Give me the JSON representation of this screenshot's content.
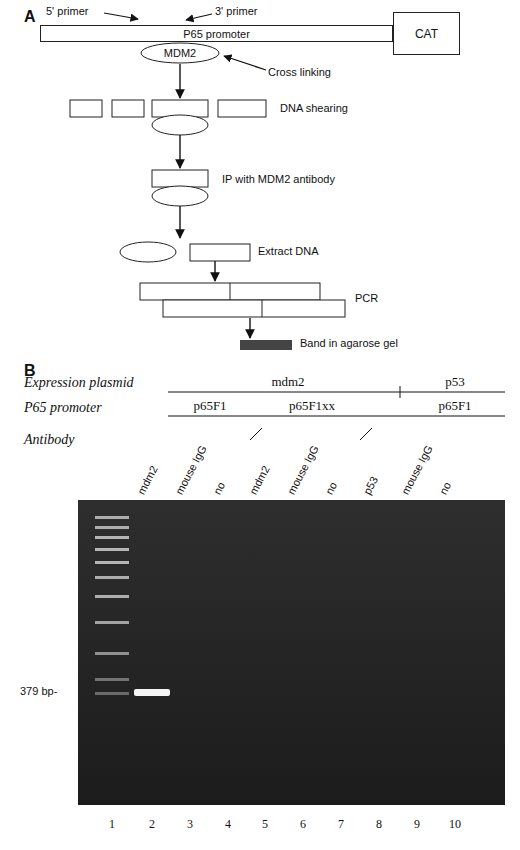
{
  "diagram": {
    "nodes": [
      {
        "text": [
          "P65 promoter"
        ]
      },
      {
        "text": [
          "CAT"
        ]
      },
      {
        "text": [
          "MDM2"
        ]
      }
    ],
    "labels": [
      "A",
      "5' primer",
      "3' primer",
      "Cross linking",
      "DNA shearing",
      "IP with MDM2 antibody",
      "Extract DNA",
      "PCR",
      "Band in agarose gel",
      "B",
      "Expression plasmid",
      "mdm2",
      "p53",
      "P65 promoter",
      "p65F1",
      "p65F1xx",
      "p65F1",
      "Antibody",
      "mdm2",
      "mouse IgG",
      "no",
      "mdm2",
      "mouse IgG",
      "no",
      "p53",
      "mouse IgG",
      "no",
      "379 bp-",
      "1",
      "2",
      "3",
      "4",
      "5",
      "6",
      "7",
      "8",
      "9",
      "10"
    ]
  }
}
